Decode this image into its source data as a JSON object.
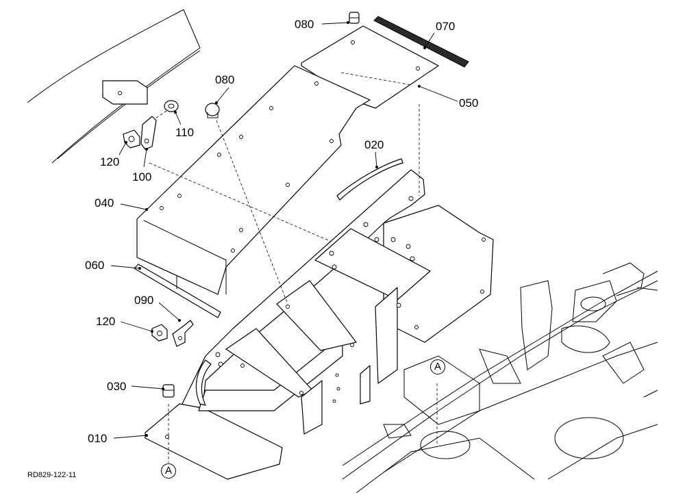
{
  "callouts": {
    "c080_top": "080",
    "c070": "070",
    "c050": "050",
    "c080_mid": "080",
    "c110": "110",
    "c120_top": "120",
    "c100": "100",
    "c020": "020",
    "c040": "040",
    "c060": "060",
    "c090": "090",
    "c120_low": "120",
    "c030": "030",
    "c010": "010"
  },
  "reference_marks": {
    "a_bottom": "A",
    "a_frame": "A"
  },
  "drawing_code": "RD829-122-11",
  "colors": {
    "line": "#000000",
    "background": "#ffffff",
    "rubber_strip": "#2a2a2a"
  }
}
